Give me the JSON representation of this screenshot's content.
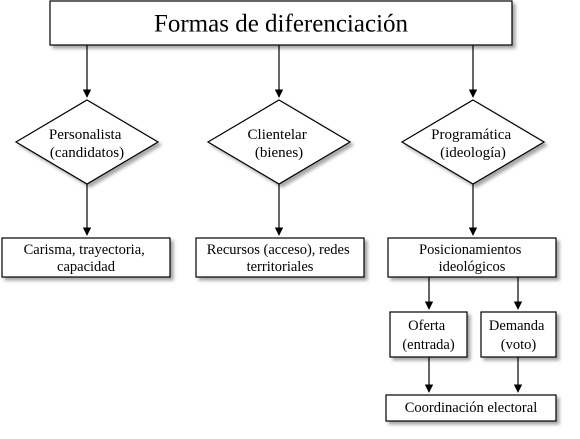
{
  "title": "Formas de diferenciación",
  "branches": [
    {
      "diamond": [
        "Personalista",
        "(candidatos)"
      ],
      "result": [
        "Carisma, trayectoria,",
        "capacidad"
      ]
    },
    {
      "diamond": [
        "Clientelar",
        "(bienes)"
      ],
      "result": [
        "Recursos (acceso), redes",
        "territoriales"
      ]
    },
    {
      "diamond": [
        "Programática",
        "(ideología)"
      ],
      "result": [
        "Posicionamientos",
        "ideológicos"
      ]
    }
  ],
  "sub_boxes": [
    [
      "Oferta",
      "(entrada)"
    ],
    [
      "Demanda",
      "(voto)"
    ]
  ],
  "final_box": "Coordinación electoral"
}
